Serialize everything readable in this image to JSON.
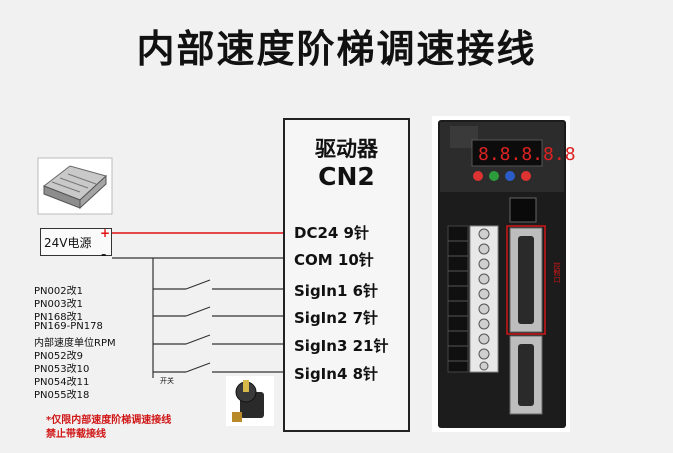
{
  "title": "内部速度阶梯调速接线",
  "driver": {
    "name": "驱动器",
    "model": "CN2",
    "pins": [
      "DC24  9针",
      "COM  10针",
      "SigIn1 6针",
      "SigIn2 7针",
      "SigIn3 21针",
      "SigIn4 8针"
    ]
  },
  "power_supply": {
    "label": "24V电源",
    "plus": "+",
    "minus": "-"
  },
  "parameters": [
    "PN002改1",
    "PN003改1",
    "PN168改1",
    "PN169-PN178",
    "内部速度单位RPM",
    "PN052改9",
    "PN053改10",
    "PN054改11",
    "PN055改18"
  ],
  "switch_label": "开关",
  "note": [
    "*仅限内部速度阶梯调速接线",
    "禁止带载接线"
  ],
  "panel_annotation": "控制口",
  "colors": {
    "dc24_wire": "#e01010",
    "wire": "#333333",
    "highlight": "#d01818",
    "drive_body": "#1a1a1a"
  }
}
